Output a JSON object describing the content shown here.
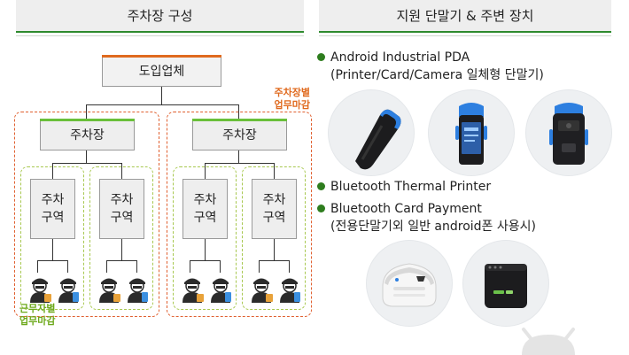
{
  "left_header": "주차장 구성",
  "right_header": "지원 단말기 & 주변 장치",
  "org": {
    "root": "도입업체",
    "lots": [
      "주차장",
      "주차장"
    ],
    "zones": [
      "주차\n구역",
      "주차\n구역",
      "주차\n구역",
      "주차\n구역"
    ],
    "lot_close_label_line1": "주차장별",
    "lot_close_label_line2": "업무마감",
    "shift_close_label_line1": "근무자별",
    "shift_close_label_line2": "업무마감"
  },
  "devices": {
    "pda_title": "Android Industrial PDA",
    "pda_sub": "(Printer/Card/Camera 일체형 단말기)",
    "printer_title": "Bluetooth Thermal Printer",
    "card_title": "Bluetooth Card Payment",
    "card_sub": "(전용단말기외 일반 android폰 사용시)"
  },
  "colors": {
    "accent_green": "#2e8b2e",
    "lot_border": "#e06030",
    "zone_border": "#a8c850",
    "root_accent": "#e06a1e",
    "lot_accent": "#6abf3a"
  }
}
